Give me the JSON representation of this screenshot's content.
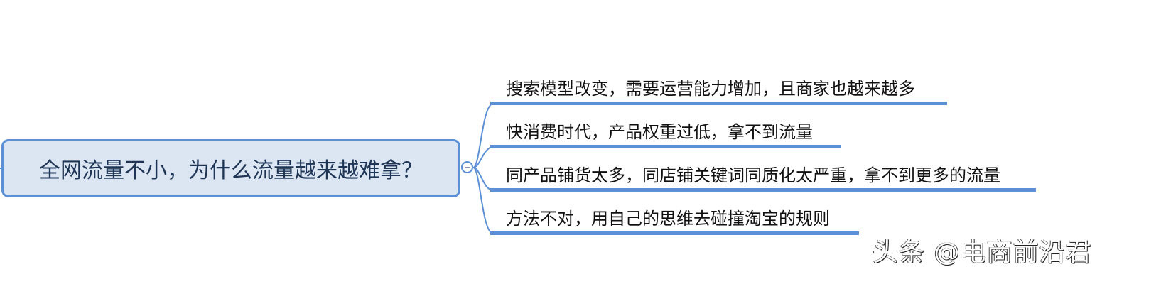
{
  "mindmap": {
    "central_topic": "全网流量不小，为什么流量越来越难拿？",
    "collapse_toggle": "−",
    "branches": [
      {
        "label": "搜索模型改变，需要运营能力增加，且商家也越来越多"
      },
      {
        "label": "快消费时代，产品权重过低，拿不到流量"
      },
      {
        "label": "同产品铺货太多，同店铺关键词同质化太严重，拿不到更多的流量"
      },
      {
        "label": "方法不对，用自己的思维去碰撞淘宝的规则"
      }
    ]
  },
  "watermark": "头条 @电商前沿君",
  "colors": {
    "accent": "#5b8fd6",
    "central_fill": "#dce6f2",
    "central_text": "#1f3556",
    "branch_text": "#111111"
  }
}
